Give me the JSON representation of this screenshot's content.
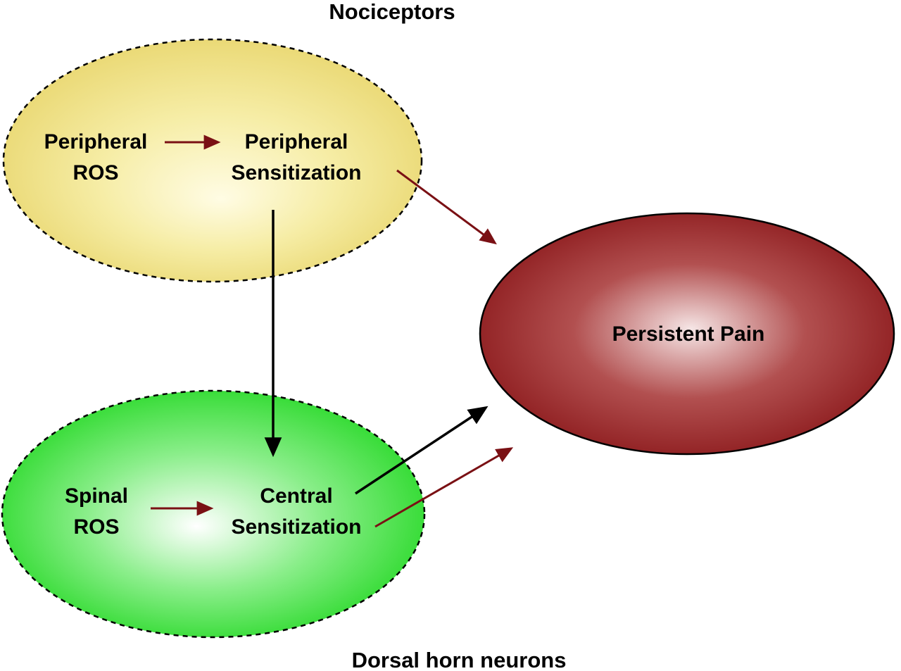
{
  "diagram": {
    "title_top": "Nociceptors",
    "title_bottom": "Dorsal horn neurons",
    "nodes": {
      "peripheral_ros": {
        "line1": "Peripheral",
        "line2": "ROS"
      },
      "peripheral_sensitization": {
        "line1": "Peripheral",
        "line2": "Sensitization"
      },
      "spinal_ros": {
        "line1": "Spinal",
        "line2": "ROS"
      },
      "central_sensitization": {
        "line1": "Central",
        "line2": "Sensitization"
      },
      "persistent_pain": {
        "label": "Persistent Pain"
      }
    },
    "colors": {
      "nociceptor_ellipse_edge": "#e6d264",
      "nociceptor_ellipse_center": "#fffce4",
      "dorsal_ellipse_edge": "#12d412",
      "dorsal_ellipse_center": "#ffffff",
      "pain_ellipse_edge": "#830d10",
      "pain_ellipse_center": "#f6e6e6",
      "arrow_dark_red": "#7a1014",
      "arrow_black": "#000000",
      "outline": "#000000"
    }
  }
}
